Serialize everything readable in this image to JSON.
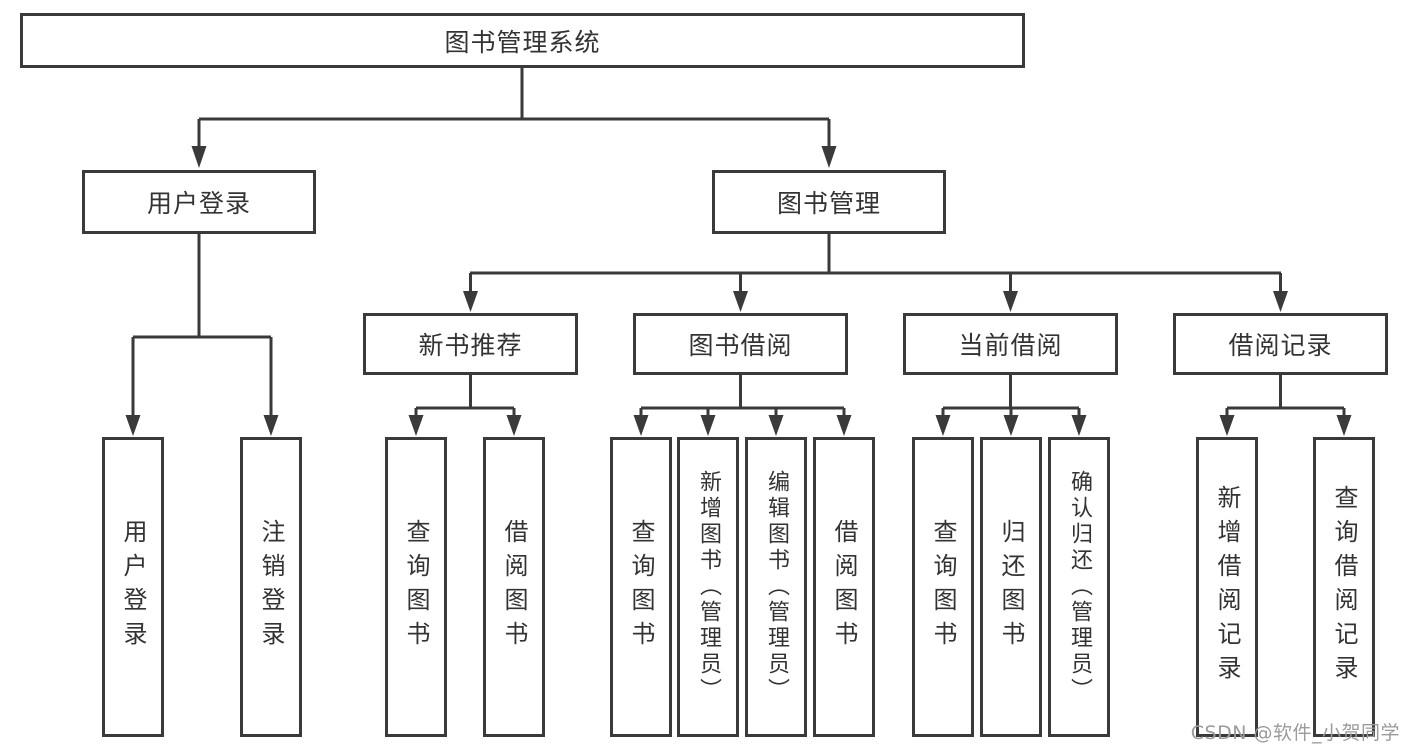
{
  "diagram": {
    "root": {
      "label": "图书管理系统"
    },
    "branches": [
      {
        "label": "用户登录",
        "children": [
          {
            "label": "用户登录"
          },
          {
            "label": "注销登录"
          }
        ]
      },
      {
        "label": "图书管理",
        "children": [
          {
            "label": "新书推荐",
            "children": [
              {
                "label": "查询图书"
              },
              {
                "label": "借阅图书"
              }
            ]
          },
          {
            "label": "图书借阅",
            "children": [
              {
                "label": "查询图书"
              },
              {
                "label": "新增图书（管理员）"
              },
              {
                "label": "编辑图书（管理员）"
              },
              {
                "label": "借阅图书"
              }
            ]
          },
          {
            "label": "当前借阅",
            "children": [
              {
                "label": "查询图书"
              },
              {
                "label": "归还图书"
              },
              {
                "label": "确认归还（管理员）"
              }
            ]
          },
          {
            "label": "借阅记录",
            "children": [
              {
                "label": "新增借阅记录"
              },
              {
                "label": "查询借阅记录"
              }
            ]
          }
        ]
      }
    ]
  },
  "watermark": {
    "text": "CSDN @软件_小贺同学"
  },
  "colors": {
    "line": "#3a3a3a",
    "box_border": "#3a3a3a",
    "text": "#333333",
    "watermark": "#9b9b9b",
    "background": "#ffffff"
  }
}
